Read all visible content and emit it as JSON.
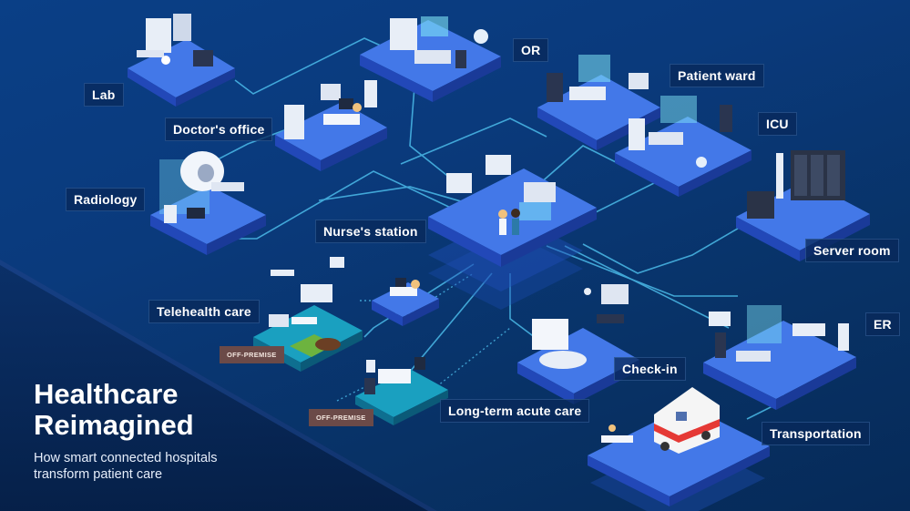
{
  "title": "Healthcare Reimagined",
  "subtitle": "How smart connected hospitals transform patient care",
  "colors": {
    "background": "#0a3a7c",
    "platform_top": "#3b6fe0",
    "platform_side": "#1d3fb0",
    "connector": "#4fc3f0",
    "tag_background": "#6b4a48",
    "label_background": "#08285a"
  },
  "locations": {
    "lab": "Lab",
    "doctors_office": "Doctor's office",
    "or": "OR",
    "patient_ward": "Patient ward",
    "icu": "ICU",
    "radiology": "Radiology",
    "nurses_station": "Nurse's station",
    "server_room": "Server room",
    "telehealth_care": "Telehealth care",
    "er": "ER",
    "check_in": "Check-in",
    "long_term_acute_care": "Long-term acute care",
    "transportation": "Transportation"
  },
  "tags": {
    "telehealth": "OFF-PREMISE",
    "long_term": "OFF-PREMISE"
  }
}
